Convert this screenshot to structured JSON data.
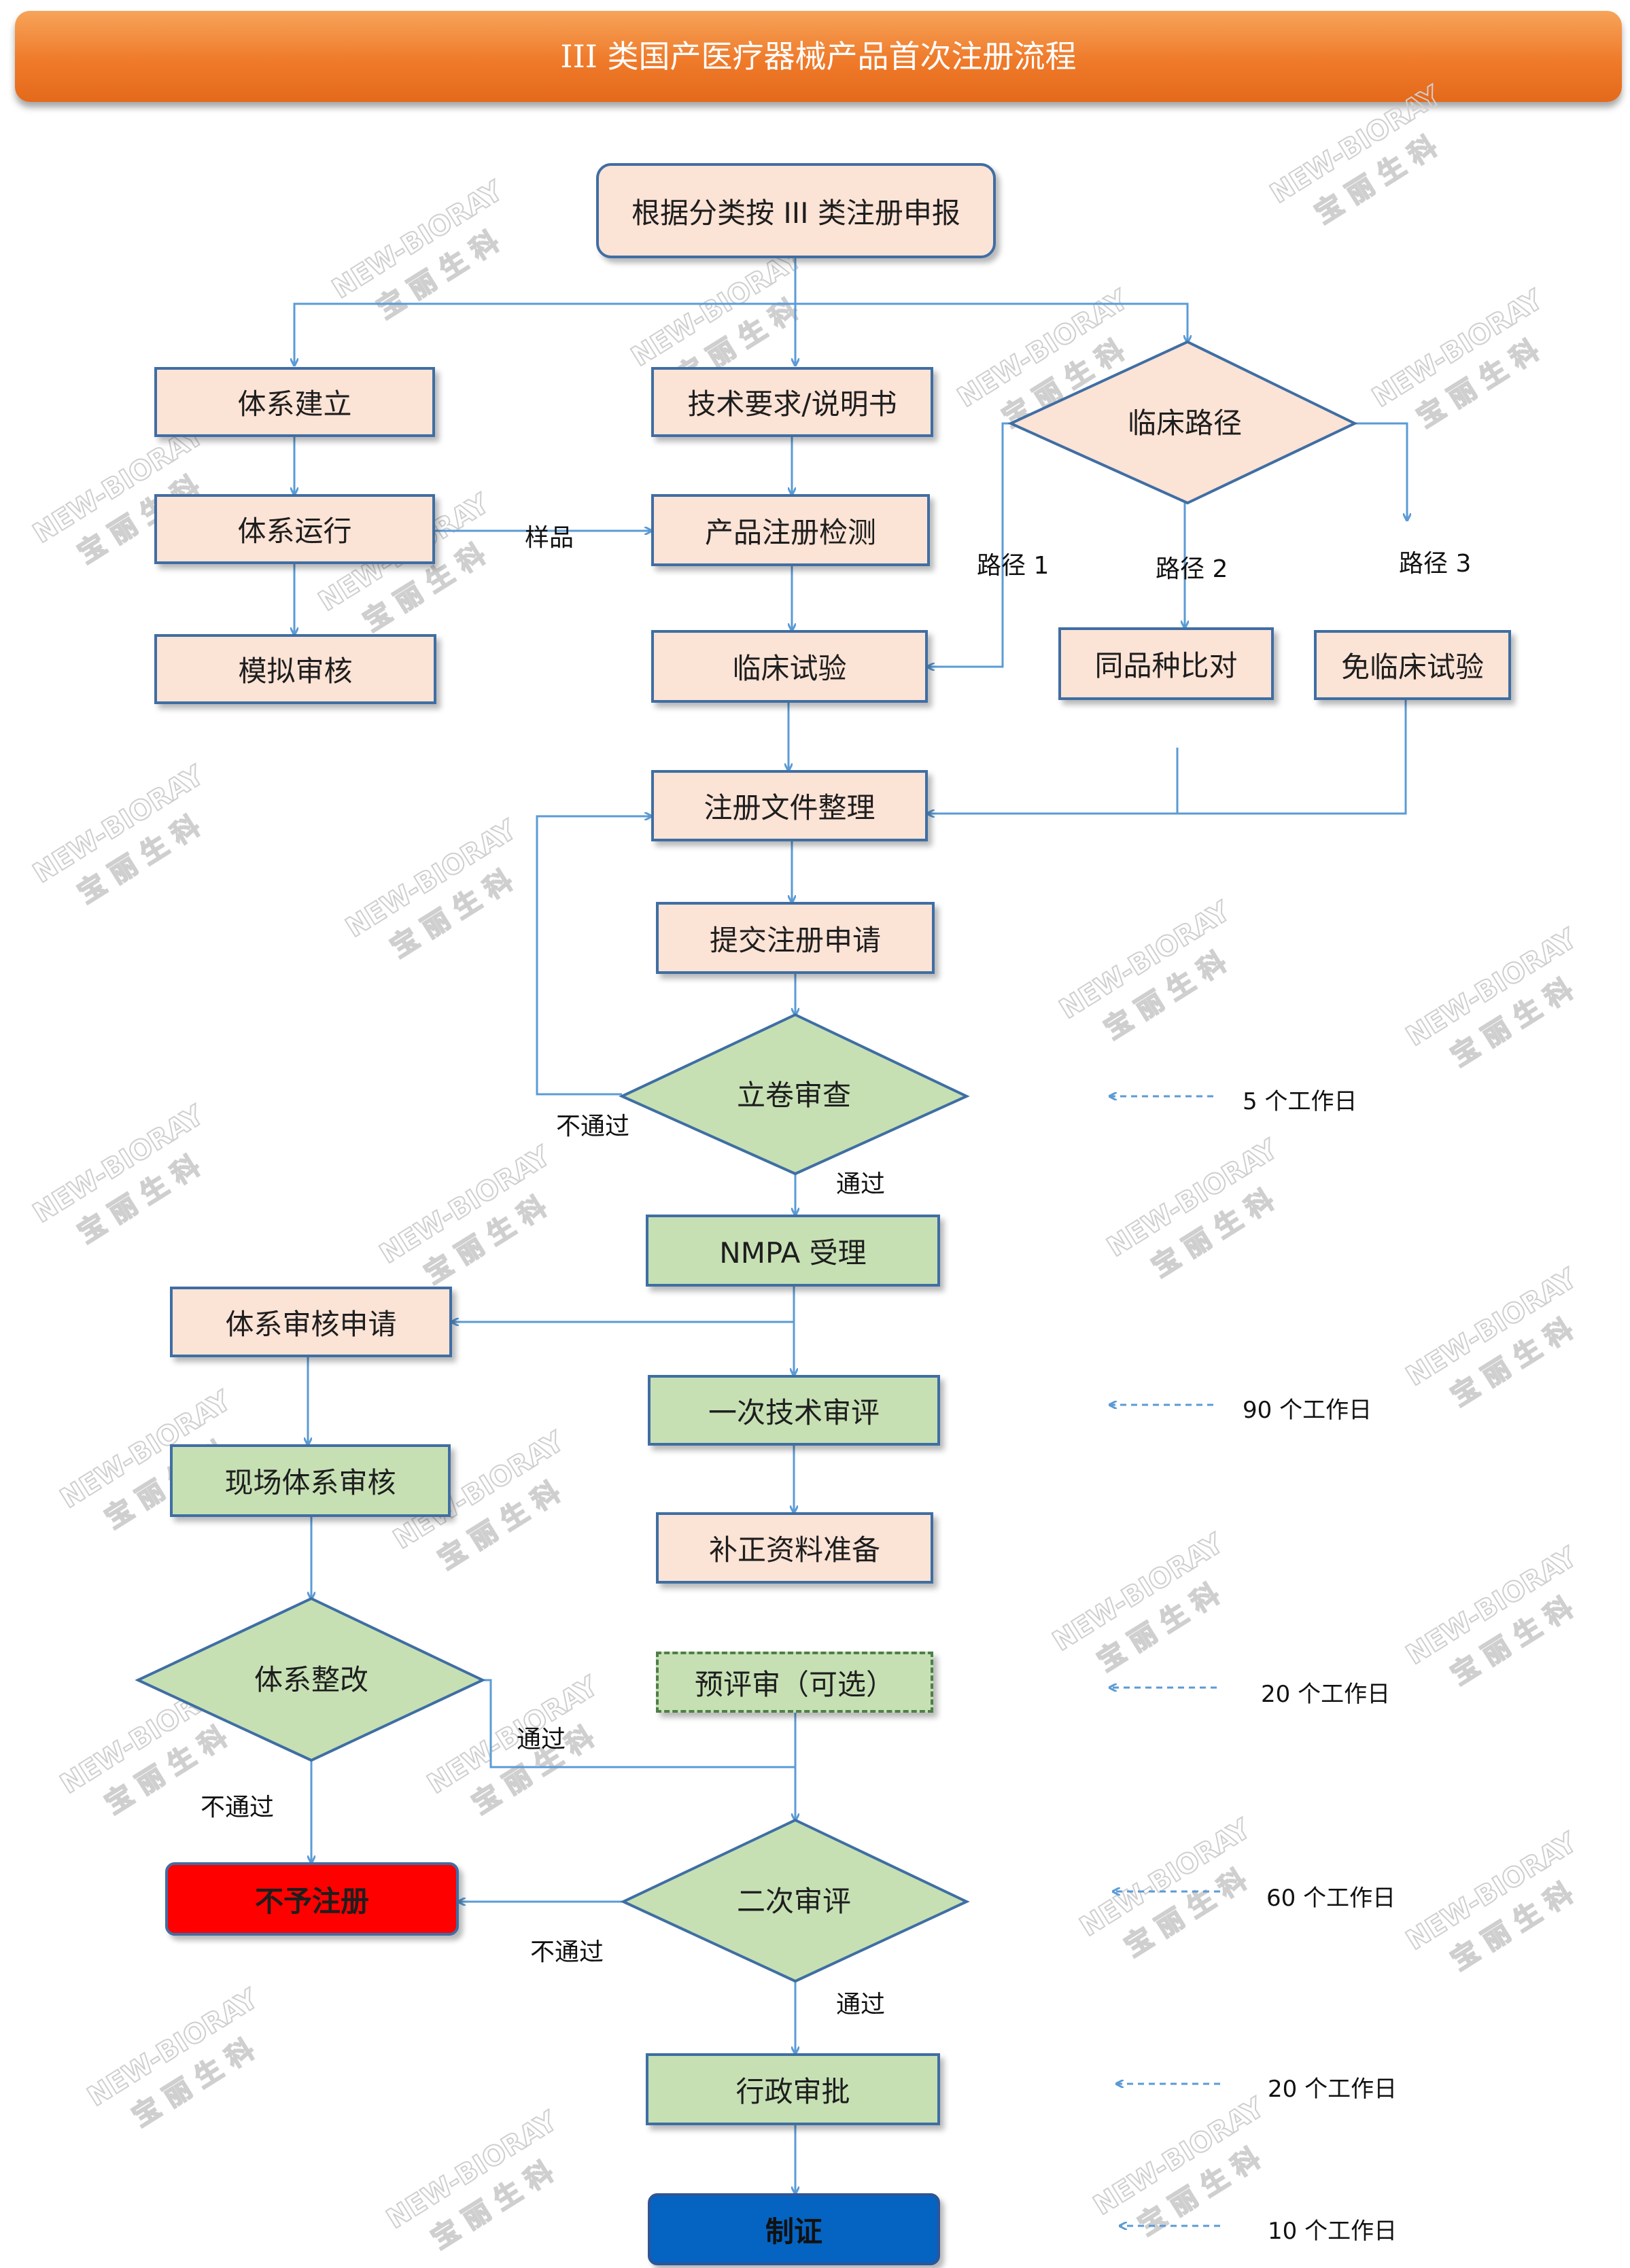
{
  "title": "III 类国产医疗器械产品首次注册流程",
  "watermark": {
    "line1": "NEW-BIORAY",
    "line2": "宝 丽 生 科"
  },
  "nodes": {
    "start": "根据分类按 III 类注册申报",
    "system_build": "体系建立",
    "tech_req": "技术要求/说明书",
    "clinical_path": "临床路径",
    "system_run": "体系运行",
    "product_test": "产品注册检测",
    "mock_audit": "模拟审核",
    "clinical_trial": "临床试验",
    "same_compare": "同品种比对",
    "exempt_trial": "免临床试验",
    "doc_prep": "注册文件整理",
    "submit": "提交注册申请",
    "filing_review": "立卷审查",
    "nmpa": "NMPA 受理",
    "system_audit_apply": "体系审核申请",
    "first_review": "一次技术审评",
    "onsite_audit": "现场体系审核",
    "supplement": "补正资料准备",
    "system_rectify": "体系整改",
    "pre_review": "预评审（可选）",
    "reject": "不予注册",
    "second_review": "二次审评",
    "admin_approval": "行政审批",
    "certificate": "制证"
  },
  "labels": {
    "sample": "样品",
    "path1": "路径 1",
    "path2": "路径 2",
    "path3": "路径 3",
    "fail_filing": "不通过",
    "pass_filing": "通过",
    "pass_rectify": "通过",
    "fail_rectify": "不通过",
    "fail_second": "不通过",
    "pass_second": "通过"
  },
  "timeline": {
    "filing": "5 个工作日",
    "first_review": "90 个工作日",
    "pre_review": "20 个工作日",
    "second_review": "60 个工作日",
    "admin": "20 个工作日",
    "certificate": "10 个工作日"
  },
  "colors": {
    "title_orange": "#ef7a2a",
    "peach_fill": "#fbe3d6",
    "green_fill": "#c6e0b4",
    "line_blue": "#5b9bd5",
    "border_blue": "#3f6ea3",
    "reject_red": "#ff0000",
    "cert_blue": "#0563c1"
  }
}
